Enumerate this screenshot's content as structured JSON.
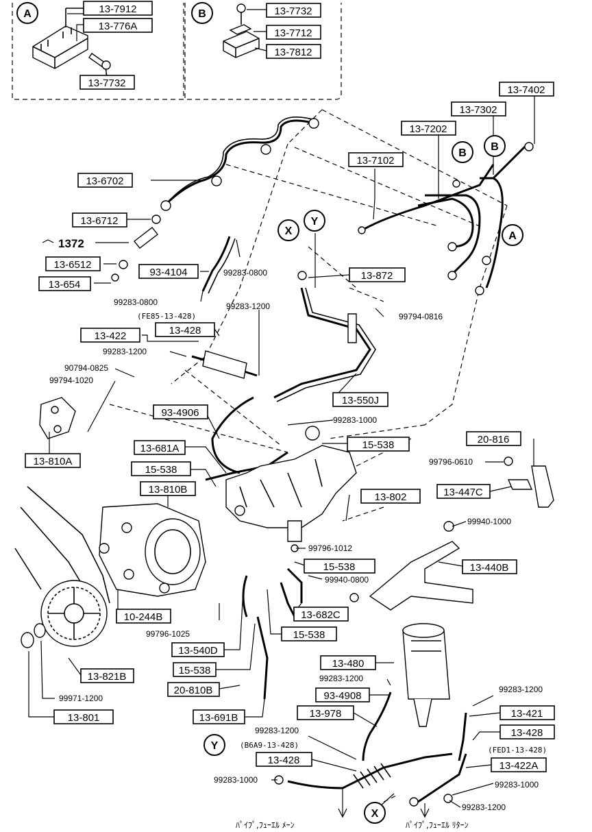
{
  "callouts": [
    {
      "id": "a",
      "text": "13-7912",
      "kind": "box"
    },
    {
      "id": "b",
      "text": "13-776A",
      "kind": "box"
    },
    {
      "id": "c",
      "text": "13-7732",
      "kind": "box"
    },
    {
      "id": "d",
      "text": "13-7732",
      "kind": "box"
    },
    {
      "id": "e",
      "text": "13-7712",
      "kind": "box"
    },
    {
      "id": "f",
      "text": "13-7812",
      "kind": "box"
    },
    {
      "id": "g",
      "text": "13-7402",
      "kind": "box"
    },
    {
      "id": "h",
      "text": "13-7302",
      "kind": "box"
    },
    {
      "id": "i",
      "text": "13-7202",
      "kind": "box"
    },
    {
      "id": "j",
      "text": "13-7102",
      "kind": "box"
    },
    {
      "id": "k",
      "text": "13-6702",
      "kind": "box"
    },
    {
      "id": "l",
      "text": "13-6712",
      "kind": "box"
    },
    {
      "id": "m",
      "text": "1372",
      "kind": "bold"
    },
    {
      "id": "n",
      "text": "13-6512",
      "kind": "box"
    },
    {
      "id": "o",
      "text": "13-654",
      "kind": "box"
    },
    {
      "id": "p",
      "text": "93-4104",
      "kind": "box"
    },
    {
      "id": "q",
      "text": "99283-0800",
      "kind": "plain"
    },
    {
      "id": "r",
      "text": "13-872",
      "kind": "box"
    },
    {
      "id": "s",
      "text": "99283-0800",
      "kind": "plain"
    },
    {
      "id": "t",
      "text": "(FE85-13-428)",
      "kind": "mono"
    },
    {
      "id": "u",
      "text": "99283-1200",
      "kind": "plain"
    },
    {
      "id": "v",
      "text": "99794-0816",
      "kind": "plain"
    },
    {
      "id": "w",
      "text": "13-422",
      "kind": "box"
    },
    {
      "id": "x",
      "text": "13-428",
      "kind": "box"
    },
    {
      "id": "y",
      "text": "99283-1200",
      "kind": "plain"
    },
    {
      "id": "z",
      "text": "90794-0825",
      "kind": "plain"
    },
    {
      "id": "aa",
      "text": "99794-1020",
      "kind": "plain"
    },
    {
      "id": "ab",
      "text": "13-550J",
      "kind": "box"
    },
    {
      "id": "ac",
      "text": "93-4906",
      "kind": "box"
    },
    {
      "id": "ad",
      "text": "99283-1000",
      "kind": "plain"
    },
    {
      "id": "ae",
      "text": "13-810A",
      "kind": "box"
    },
    {
      "id": "af",
      "text": "13-681A",
      "kind": "box"
    },
    {
      "id": "ag",
      "text": "15-538",
      "kind": "box"
    },
    {
      "id": "ah",
      "text": "20-816",
      "kind": "box"
    },
    {
      "id": "ai",
      "text": "99796-0610",
      "kind": "plain"
    },
    {
      "id": "aj",
      "text": "15-538",
      "kind": "box"
    },
    {
      "id": "ak",
      "text": "13-447C",
      "kind": "box"
    },
    {
      "id": "al",
      "text": "13-810B",
      "kind": "box"
    },
    {
      "id": "am",
      "text": "13-802",
      "kind": "box"
    },
    {
      "id": "an",
      "text": "99940-1000",
      "kind": "plain"
    },
    {
      "id": "ao",
      "text": "99796-1012",
      "kind": "plain"
    },
    {
      "id": "ap",
      "text": "15-538",
      "kind": "box"
    },
    {
      "id": "aq",
      "text": "13-440B",
      "kind": "box"
    },
    {
      "id": "ar",
      "text": "99940-0800",
      "kind": "plain"
    },
    {
      "id": "as",
      "text": "13-682C",
      "kind": "box"
    },
    {
      "id": "at",
      "text": "10-244B",
      "kind": "box"
    },
    {
      "id": "au",
      "text": "99796-1025",
      "kind": "plain"
    },
    {
      "id": "av",
      "text": "15-538",
      "kind": "box"
    },
    {
      "id": "aw",
      "text": "13-540D",
      "kind": "box"
    },
    {
      "id": "ax",
      "text": "13-480",
      "kind": "box"
    },
    {
      "id": "ay",
      "text": "15-538",
      "kind": "box"
    },
    {
      "id": "az",
      "text": "99283-1200",
      "kind": "plain"
    },
    {
      "id": "ba",
      "text": "13-821B",
      "kind": "box"
    },
    {
      "id": "bb",
      "text": "20-810B",
      "kind": "box"
    },
    {
      "id": "bc",
      "text": "93-4908",
      "kind": "box"
    },
    {
      "id": "bd",
      "text": "99283-1200",
      "kind": "plain"
    },
    {
      "id": "be",
      "text": "99971-1200",
      "kind": "plain"
    },
    {
      "id": "bf",
      "text": "13-978",
      "kind": "box"
    },
    {
      "id": "bg",
      "text": "13-421",
      "kind": "box"
    },
    {
      "id": "bh",
      "text": "13-801",
      "kind": "box"
    },
    {
      "id": "bi",
      "text": "13-691B",
      "kind": "box"
    },
    {
      "id": "bj",
      "text": "99283-1200",
      "kind": "plain"
    },
    {
      "id": "bk",
      "text": "13-428",
      "kind": "box"
    },
    {
      "id": "bl",
      "text": "(B6A9-13-428)",
      "kind": "mono"
    },
    {
      "id": "bm",
      "text": "(FED1-13-428)",
      "kind": "mono"
    },
    {
      "id": "bn",
      "text": "13-428",
      "kind": "box"
    },
    {
      "id": "bo",
      "text": "13-422A",
      "kind": "box"
    },
    {
      "id": "bp",
      "text": "99283-1000",
      "kind": "plain"
    },
    {
      "id": "bq",
      "text": "99283-1000",
      "kind": "plain"
    },
    {
      "id": "br",
      "text": "99283-1200",
      "kind": "plain"
    },
    {
      "id": "bs",
      "text": "ﾊﾟｲﾌﾟ,ﾌｭｰｴﾙ ﾒｰﾝ",
      "kind": "jp"
    },
    {
      "id": "bt",
      "text": "ﾊﾟｲﾌﾟ,ﾌｭｰｴﾙ ﾘﾀｰﾝ",
      "kind": "jp"
    }
  ],
  "markers": [
    {
      "id": "mA1",
      "text": "A"
    },
    {
      "id": "mB1",
      "text": "B"
    },
    {
      "id": "mB2",
      "text": "B"
    },
    {
      "id": "mB3",
      "text": "B"
    },
    {
      "id": "mA2",
      "text": "A"
    },
    {
      "id": "mX1",
      "text": "X"
    },
    {
      "id": "mY1",
      "text": "Y"
    },
    {
      "id": "mY2",
      "text": "Y"
    },
    {
      "id": "mX2",
      "text": "X"
    }
  ]
}
